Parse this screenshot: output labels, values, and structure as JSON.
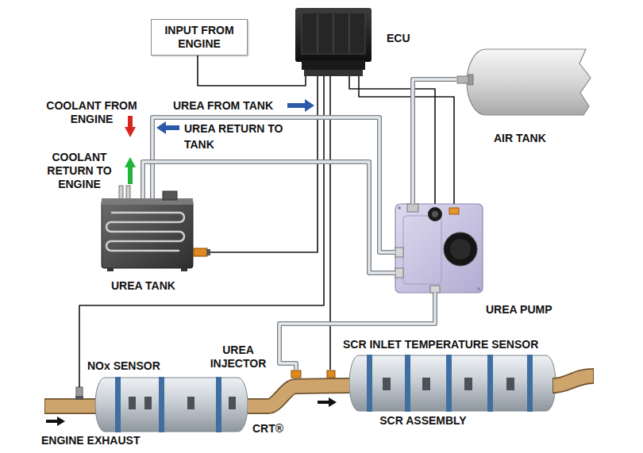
{
  "diagram": {
    "nodes": [
      {
        "text": [
          "INPUT FROM ENGINE"
        ]
      },
      {
        "text": [
          "ECU"
        ]
      },
      {
        "text": [
          "AIR TANK"
        ]
      },
      {
        "text": [
          "UREA TANK"
        ]
      },
      {
        "text": [
          "UREA PUMP"
        ]
      },
      {
        "text": [
          "NOx SENSOR"
        ]
      },
      {
        "text": [
          "UREA INJECTOR"
        ]
      },
      {
        "text": [
          "SCR INLET TEMPERATURE SENSOR"
        ]
      },
      {
        "text": [
          "CRT®"
        ]
      },
      {
        "text": [
          "SCR ASSEMBLY"
        ]
      }
    ],
    "edges": [
      {
        "from": 0,
        "to": 1,
        "arrow": "none"
      },
      {
        "from": 1,
        "to": 3,
        "arrow": "none"
      },
      {
        "from": 1,
        "to": 5,
        "arrow": "none"
      },
      {
        "from": 1,
        "to": 7,
        "arrow": "none"
      },
      {
        "from": 1,
        "to": 4,
        "arrow": "none"
      },
      {
        "from": 1,
        "to": 4,
        "arrow": "none"
      },
      {
        "from": 2,
        "to": 4,
        "arrow": "none"
      },
      {
        "from": 3,
        "to": 4,
        "label": "UREA FROM TANK",
        "arrow": "none"
      },
      {
        "from": 4,
        "to": 3,
        "label": "UREA RETURN TO TANK",
        "arrow": "none"
      },
      {
        "from": 4,
        "to": 6,
        "arrow": "none"
      },
      {
        "from": 8,
        "to": 9,
        "arrow": "none"
      }
    ],
    "labels": [
      "COOLANT FROM ENGINE",
      "COOLANT RETURN TO ENGINE",
      "ENGINE EXHAUST"
    ]
  }
}
